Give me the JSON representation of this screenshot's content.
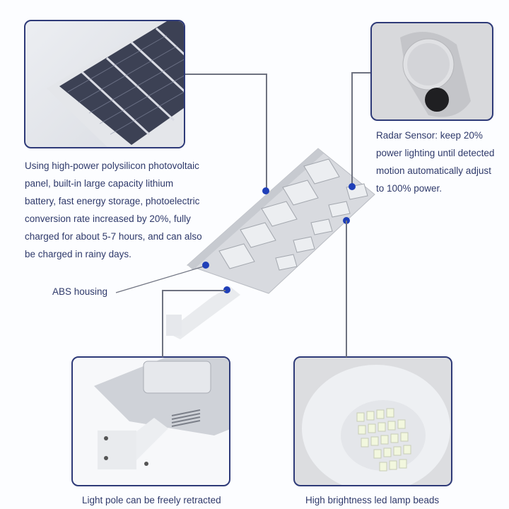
{
  "callouts": {
    "solar_panel": {
      "description_lines": [
        "Using high-power polysilicon photovoltaic",
        "panel, built-in large capacity lithium",
        "battery, fast energy storage, photoelectric",
        "conversion rate increased by 20%, fully",
        "charged for about 5-7 hours, and can also",
        "be charged in rainy days."
      ]
    },
    "radar_sensor": {
      "description_lines": [
        "Radar Sensor: keep 20%",
        "power lighting until detected",
        "motion automatically adjust",
        "to 100% power."
      ]
    },
    "housing": {
      "label": "ABS housing"
    },
    "pole": {
      "caption": "Light pole can be freely retracted"
    },
    "led": {
      "caption": "High brightness led lamp beads"
    }
  },
  "colors": {
    "frame_border": "#2e3a78",
    "text": "#2f3a6b",
    "marker_dot": "#1f3fb8",
    "leader_line": "#6e7280",
    "background": "#fcfdff"
  }
}
